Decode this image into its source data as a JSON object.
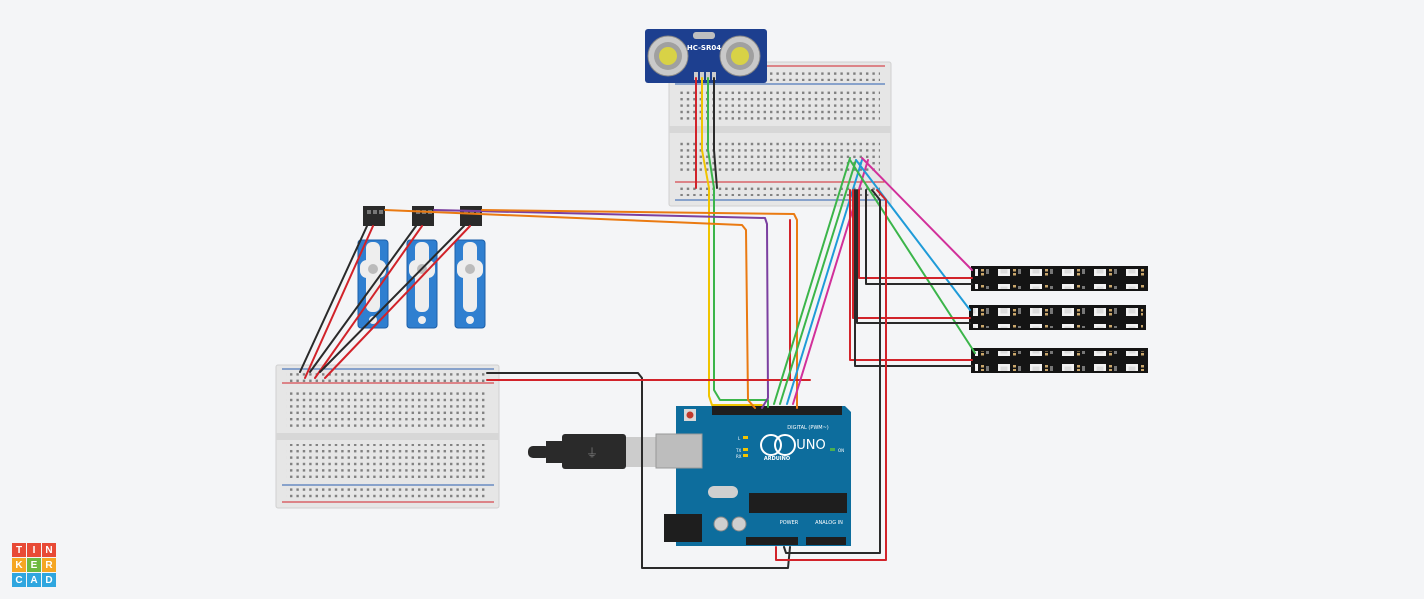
{
  "sensor": {
    "model": "HC-SR04"
  },
  "arduino": {
    "board": "UNO",
    "brand": "ARDUINO",
    "digital_label": "DIGITAL (PWM~)",
    "power_label": "POWER",
    "analog_label": "ANALOG IN",
    "led_labels": [
      "L",
      "TX",
      "RX"
    ],
    "on_label": "ON"
  },
  "logo": {
    "letters": [
      "T",
      "I",
      "N",
      "K",
      "E",
      "R",
      "C",
      "A",
      "D"
    ]
  },
  "colors": {
    "wire_red": "#d2232a",
    "wire_black": "#2a2a2a",
    "wire_orange": "#ea7a12",
    "wire_yellow": "#f0c400",
    "wire_green": "#3bb54a",
    "wire_blue": "#1f9bd8",
    "wire_magenta": "#d1309a",
    "wire_purple": "#7b3fa0",
    "arduino_blue": "#0d6d9d",
    "servo_blue": "#2f7fd0",
    "logo_red": "#e84a36",
    "logo_orange": "#f5a623",
    "logo_blue": "#2fa6df",
    "logo_green": "#6db940"
  }
}
